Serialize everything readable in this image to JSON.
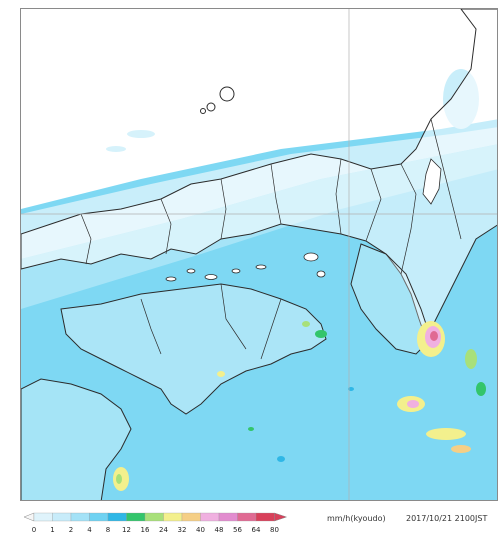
{
  "legend": {
    "ticks": [
      "0",
      "1",
      "2",
      "4",
      "8",
      "12",
      "16",
      "24",
      "32",
      "40",
      "48",
      "56",
      "64",
      "80"
    ],
    "colors": [
      "#f6f6f6",
      "#dff3fb",
      "#c8ecfa",
      "#a4e2f7",
      "#6fd2f2",
      "#2fb7e6",
      "#33c56b",
      "#a8e07a",
      "#f3f08d",
      "#f5cf86",
      "#f0b0e0",
      "#e28ccf",
      "#e06a93",
      "#d8405a"
    ],
    "unit": "mm/h(kyoudo)",
    "timestamp": "2017/10/21 2100JST"
  },
  "map": {
    "base_precip_color": "#79d6f2",
    "land_color": "#ffffff",
    "boundary_color": "#2b2b2b",
    "grid_color": "#b0b0b0"
  }
}
